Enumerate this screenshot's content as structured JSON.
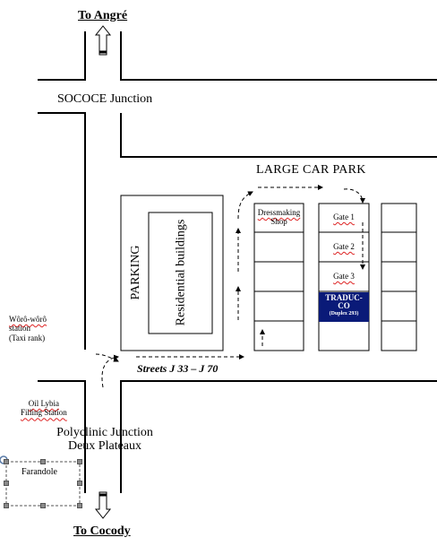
{
  "labels": {
    "to_angre": "To Angré",
    "to_cocody": "To Cocody",
    "sococe_junction": "SOCOCE Junction",
    "large_car_park": "LARGE CAR PARK",
    "parking": "PARKING",
    "residential_buildings": "Residential buildings",
    "dressmaking_shop_1": "Dressmaking",
    "dressmaking_shop_2": "Shop",
    "gate_1": "Gate 1",
    "gate_2": "Gate 2",
    "gate_3": "Gate 3",
    "traducco_1": "TRADUC-",
    "traducco_2": "CO",
    "traducco_3": "(Duplex 293)",
    "streets": "Streets J 33 – J 70",
    "woro_1": "Wôrô-wôrô",
    "woro_2": "station",
    "woro_3": "(Taxi rank)",
    "oil_1": "Oil Lybia",
    "oil_2": "Filling Station",
    "polyclinic_1": "Polyclinic Junction",
    "polyclinic_2": "Deux Plateaux",
    "farandole": "Farandole"
  },
  "colors": {
    "traducco_fill": "#0a1a78",
    "spellcheck_underline": "#d22"
  }
}
